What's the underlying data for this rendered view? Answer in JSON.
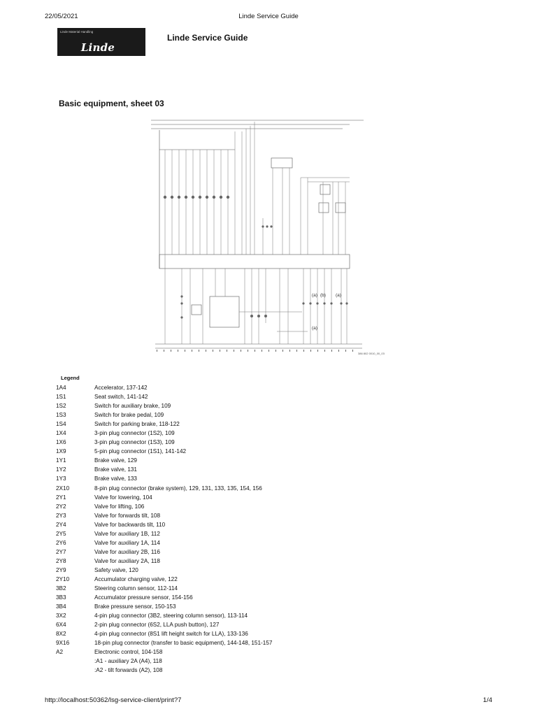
{
  "print_header": {
    "date": "22/05/2021",
    "title": "Linde Service Guide"
  },
  "logo": {
    "small_text": "Linde Material Handling",
    "brand": "Linde"
  },
  "guide_title": "Linde Service Guide",
  "sheet_title": "Basic equipment, sheet 03",
  "schematic": {
    "icon": "wiring-diagram",
    "labels": [
      "(a)",
      "(b)",
      "(a)",
      "(a)"
    ],
    "reference": "386 802 0010_00_03"
  },
  "legend": {
    "title": "Legend",
    "items": [
      {
        "code": "1A4",
        "desc": "Accelerator, 137-142"
      },
      {
        "code": "1S1",
        "desc": "Seat switch, 141-142"
      },
      {
        "code": "1S2",
        "desc": "Switch for auxiliary brake, 109"
      },
      {
        "code": "1S3",
        "desc": "Switch for brake pedal, 109"
      },
      {
        "code": "1S4",
        "desc": "Switch for parking brake, 118-122"
      },
      {
        "code": "1X4",
        "desc": "3-pin plug connector (1S2), 109"
      },
      {
        "code": "1X6",
        "desc": "3-pin plug connector (1S3), 109"
      },
      {
        "code": "1X9",
        "desc": "5-pin plug connector (1S1), 141-142"
      },
      {
        "code": "1Y1",
        "desc": "Brake valve, 129"
      },
      {
        "code": "1Y2",
        "desc": "Brake valve, 131"
      },
      {
        "code": "1Y3",
        "desc": "Brake valve, 133"
      },
      {
        "code": "2X10",
        "desc": "8-pin plug connector (brake system), 129, 131, 133, 135, 154, 156"
      },
      {
        "code": "2Y1",
        "desc": "Valve for lowering, 104"
      },
      {
        "code": "2Y2",
        "desc": "Valve for lifting, 106"
      },
      {
        "code": "2Y3",
        "desc": "Valve for forwards tilt, 108"
      },
      {
        "code": "2Y4",
        "desc": "Valve for backwards tilt, 110"
      },
      {
        "code": "2Y5",
        "desc": "Valve for auxiliary 1B, 112"
      },
      {
        "code": "2Y6",
        "desc": "Valve for auxiliary 1A, 114"
      },
      {
        "code": "2Y7",
        "desc": "Valve for auxiliary 2B, 116"
      },
      {
        "code": "2Y8",
        "desc": "Valve for auxiliary 2A, 118"
      },
      {
        "code": "2Y9",
        "desc": "Safety valve, 120"
      },
      {
        "code": "2Y10",
        "desc": "Accumulator charging valve, 122"
      },
      {
        "code": "3B2",
        "desc": "Steering column sensor, 112-114"
      },
      {
        "code": "3B3",
        "desc": "Accumulator pressure sensor, 154-156"
      },
      {
        "code": "3B4",
        "desc": "Brake pressure sensor, 150-153"
      },
      {
        "code": "3X2",
        "desc": "4-pin plug connector (3B2, steering column sensor), 113-114"
      },
      {
        "code": "6X4",
        "desc": "2-pin plug connector (6S2, LLA push button), 127"
      },
      {
        "code": "8X2",
        "desc": "4-pin plug connector (8S1 lift height switch for LLA), 133-136"
      },
      {
        "code": "9X16",
        "desc": "18-pin plug connector (transfer to basic equipment), 144-148, 151-157"
      },
      {
        "code": "A2",
        "desc": "Electronic control, 104-158"
      },
      {
        "code": "",
        "desc": ":A1 - auxiliary 2A (A4), 118"
      },
      {
        "code": "",
        "desc": ":A2 - tilt forwards (A2), 108"
      }
    ]
  },
  "print_footer": {
    "url": "http://localhost:50362/lsg-service-client/print?7",
    "page": "1/4"
  }
}
